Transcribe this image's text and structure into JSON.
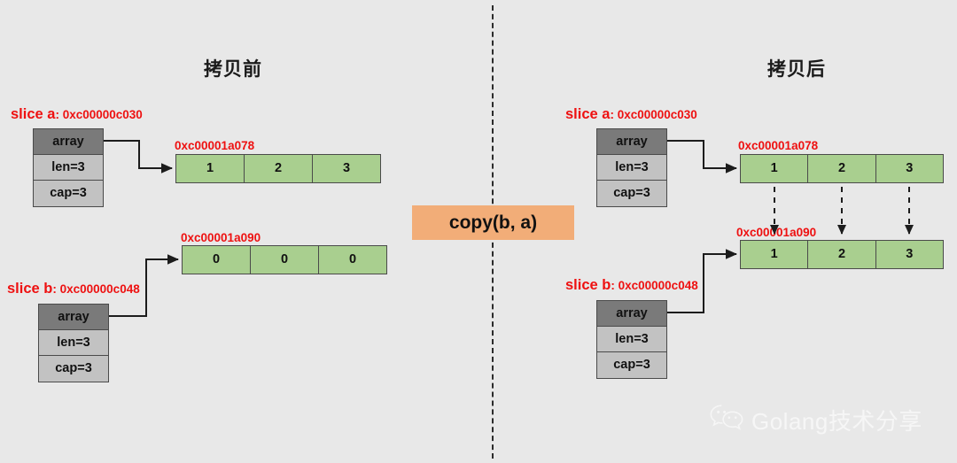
{
  "background_color": "#e8e8e8",
  "colors": {
    "red_label": "#ee1111",
    "green_cell": "#a9cf8f",
    "struct_header": "#7a7a7a",
    "struct_body": "#c2c2c2",
    "copy_banner": "#f2ad78",
    "stroke": "#4a4a4a"
  },
  "panels": {
    "before": {
      "title": "拷贝前",
      "slice_a": {
        "label_name": "slice a",
        "label_addr": ": 0xc00000c030",
        "fields": [
          "array",
          "len=3",
          "cap=3"
        ]
      },
      "array_a": {
        "addr": "0xc00001a078",
        "cells": [
          "1",
          "2",
          "3"
        ]
      },
      "slice_b": {
        "label_name": "slice b",
        "label_addr": ": 0xc00000c048",
        "fields": [
          "array",
          "len=3",
          "cap=3"
        ]
      },
      "array_b": {
        "addr": "0xc00001a090",
        "cells": [
          "0",
          "0",
          "0"
        ]
      }
    },
    "after": {
      "title": "拷贝后",
      "slice_a": {
        "label_name": "slice a",
        "label_addr": ": 0xc00000c030",
        "fields": [
          "array",
          "len=3",
          "cap=3"
        ]
      },
      "array_a": {
        "addr": "0xc00001a078",
        "cells": [
          "1",
          "2",
          "3"
        ]
      },
      "slice_b": {
        "label_name": "slice b",
        "label_addr": ": 0xc00000c048",
        "fields": [
          "array",
          "len=3",
          "cap=3"
        ]
      },
      "array_b": {
        "addr": "0xc00001a090",
        "cells": [
          "1",
          "2",
          "3"
        ]
      }
    }
  },
  "center": {
    "operation_label": "copy(b, a)"
  },
  "watermark": {
    "icon": "wechat-icon",
    "text": "Golang技术分享"
  }
}
